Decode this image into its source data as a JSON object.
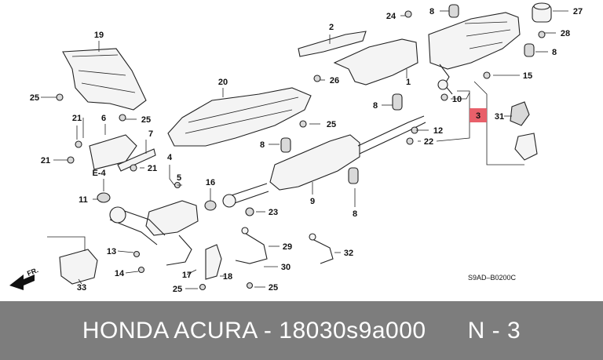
{
  "diagram": {
    "code_label": "S9AD–B0200C",
    "direction_label": "FR.",
    "highlight_color": "#e8606a",
    "callouts": {
      "c1": "1",
      "c2": "2",
      "c3": "3",
      "c4": "4",
      "c5": "5",
      "c6": "6",
      "c7": "7",
      "c8a": "8",
      "c8b": "8",
      "c8c": "8",
      "c8d": "8",
      "c8e": "8",
      "c9": "9",
      "c10": "10",
      "c11": "11",
      "c12": "12",
      "c13": "13",
      "c14": "14",
      "c15": "15",
      "c16": "16",
      "c17": "17",
      "c18": "18",
      "c19": "19",
      "c20": "20",
      "c21a": "21",
      "c21b": "21",
      "c21c": "21",
      "c22": "22",
      "c23": "23",
      "c24": "24",
      "c25a": "25",
      "c25b": "25",
      "c25c": "25",
      "c25d": "25",
      "c25e": "25",
      "c26": "26",
      "c27": "27",
      "c28": "28",
      "c29": "29",
      "c30": "30",
      "c31": "31",
      "c32": "32",
      "c33": "33",
      "ce4": "E-4"
    }
  },
  "footer": {
    "text": "HONDA ACURA - 18030s9a000      N - 3",
    "background": "#7d7d7d"
  }
}
